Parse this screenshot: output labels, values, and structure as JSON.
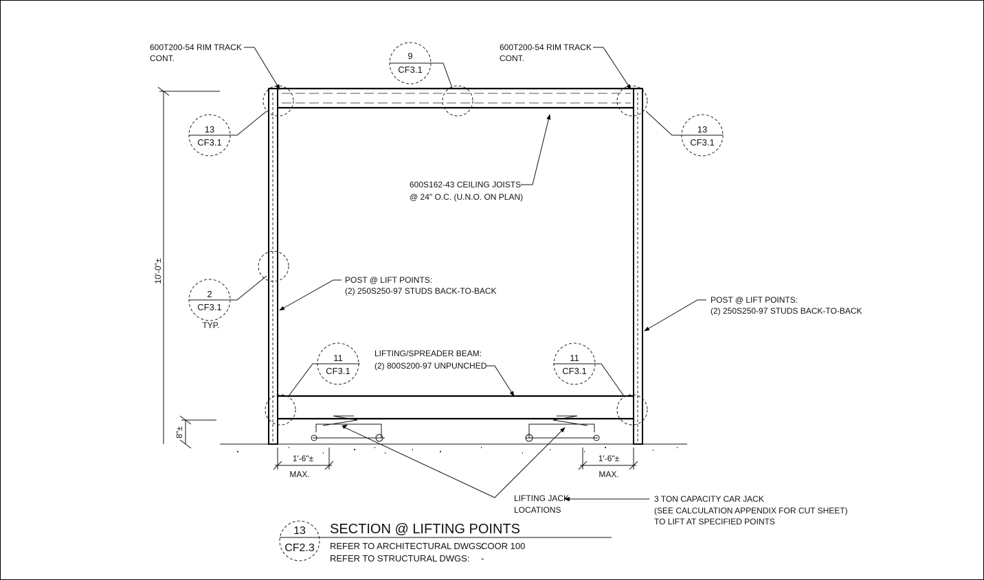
{
  "callouts": {
    "rim_track_left": [
      "600T200-54 RIM TRACK",
      "CONT."
    ],
    "rim_track_right": [
      "600T200-54 RIM TRACK",
      "CONT."
    ],
    "ceiling_joists": [
      "600S162-43 CEILING JOISTS",
      "@ 24\" O.C. (U.N.O. ON PLAN)"
    ],
    "post_left": [
      "POST @ LIFT POINTS:",
      "(2) 250S250-97 STUDS BACK-TO-BACK"
    ],
    "post_right": [
      "POST @ LIFT POINTS:",
      "(2) 250S250-97 STUDS BACK-TO-BACK"
    ],
    "spreader_beam": [
      "LIFTING/SPREADER BEAM:",
      "(2) 800S200-97 UNPUNCHED"
    ],
    "jack_locations": [
      "LIFTING JACK",
      "LOCATIONS"
    ],
    "car_jack": [
      "3 TON CAPACITY CAR JACK",
      "(SEE CALCULATION APPENDIX FOR CUT SHEET)",
      "TO LIFT AT SPECIFIED POINTS"
    ]
  },
  "bubbles": {
    "top_mid": {
      "num": "9",
      "sheet": "CF3.1"
    },
    "top_left": {
      "num": "13",
      "sheet": "CF3.1"
    },
    "top_right": {
      "num": "13",
      "sheet": "CF3.1"
    },
    "mid_left": {
      "num": "2",
      "sheet": "CF3.1",
      "note": "TYP."
    },
    "bottom_left": {
      "num": "11",
      "sheet": "CF3.1"
    },
    "bottom_right": {
      "num": "11",
      "sheet": "CF3.1"
    }
  },
  "dimensions": {
    "height": "10'-0\"±",
    "lift_height": "8\"±",
    "left_offset": "1'-6\"±",
    "left_offset_note": "MAX.",
    "right_offset": "1'-6\"±",
    "right_offset_note": "MAX."
  },
  "title_block": {
    "num": "13",
    "sheet": "CF2.3",
    "title": "SECTION @ LIFTING POINTS",
    "arch_ref_label": "REFER TO ARCHITECTURAL DWGS:",
    "arch_ref_value": "COOR 100",
    "struct_ref_label": "REFER TO STRUCTURAL DWGS:",
    "struct_ref_value": "-"
  }
}
